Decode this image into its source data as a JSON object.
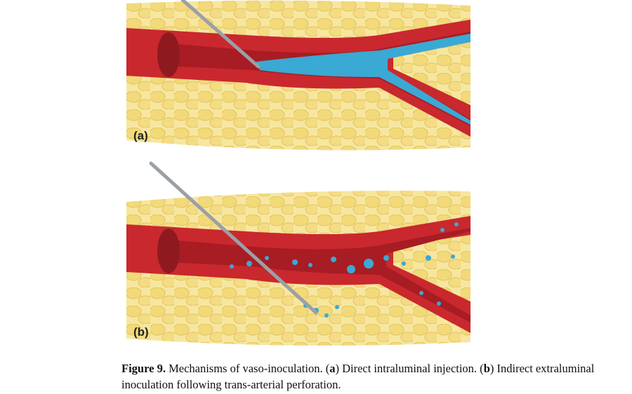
{
  "figure": {
    "panels": [
      {
        "label": "(a)",
        "description_label": "Direct intraluminal injection"
      },
      {
        "label": "(b)",
        "description_label": "Indirect extraluminal inoculation following trans-arterial perforation"
      }
    ],
    "caption": {
      "figure_number": "Figure 9.",
      "text_1": " Mechanisms of vaso-inoculation. (",
      "a": "a",
      "text_2": ") Direct intraluminal injection. (",
      "b": "b",
      "text_3": ") Indirect extraluminal inoculation following trans-arterial perforation."
    },
    "colors": {
      "fat": "#f3df8a",
      "vessel": "#c9282e",
      "lumen": "#a81c24",
      "fluid": "#3aa9d4"
    }
  }
}
